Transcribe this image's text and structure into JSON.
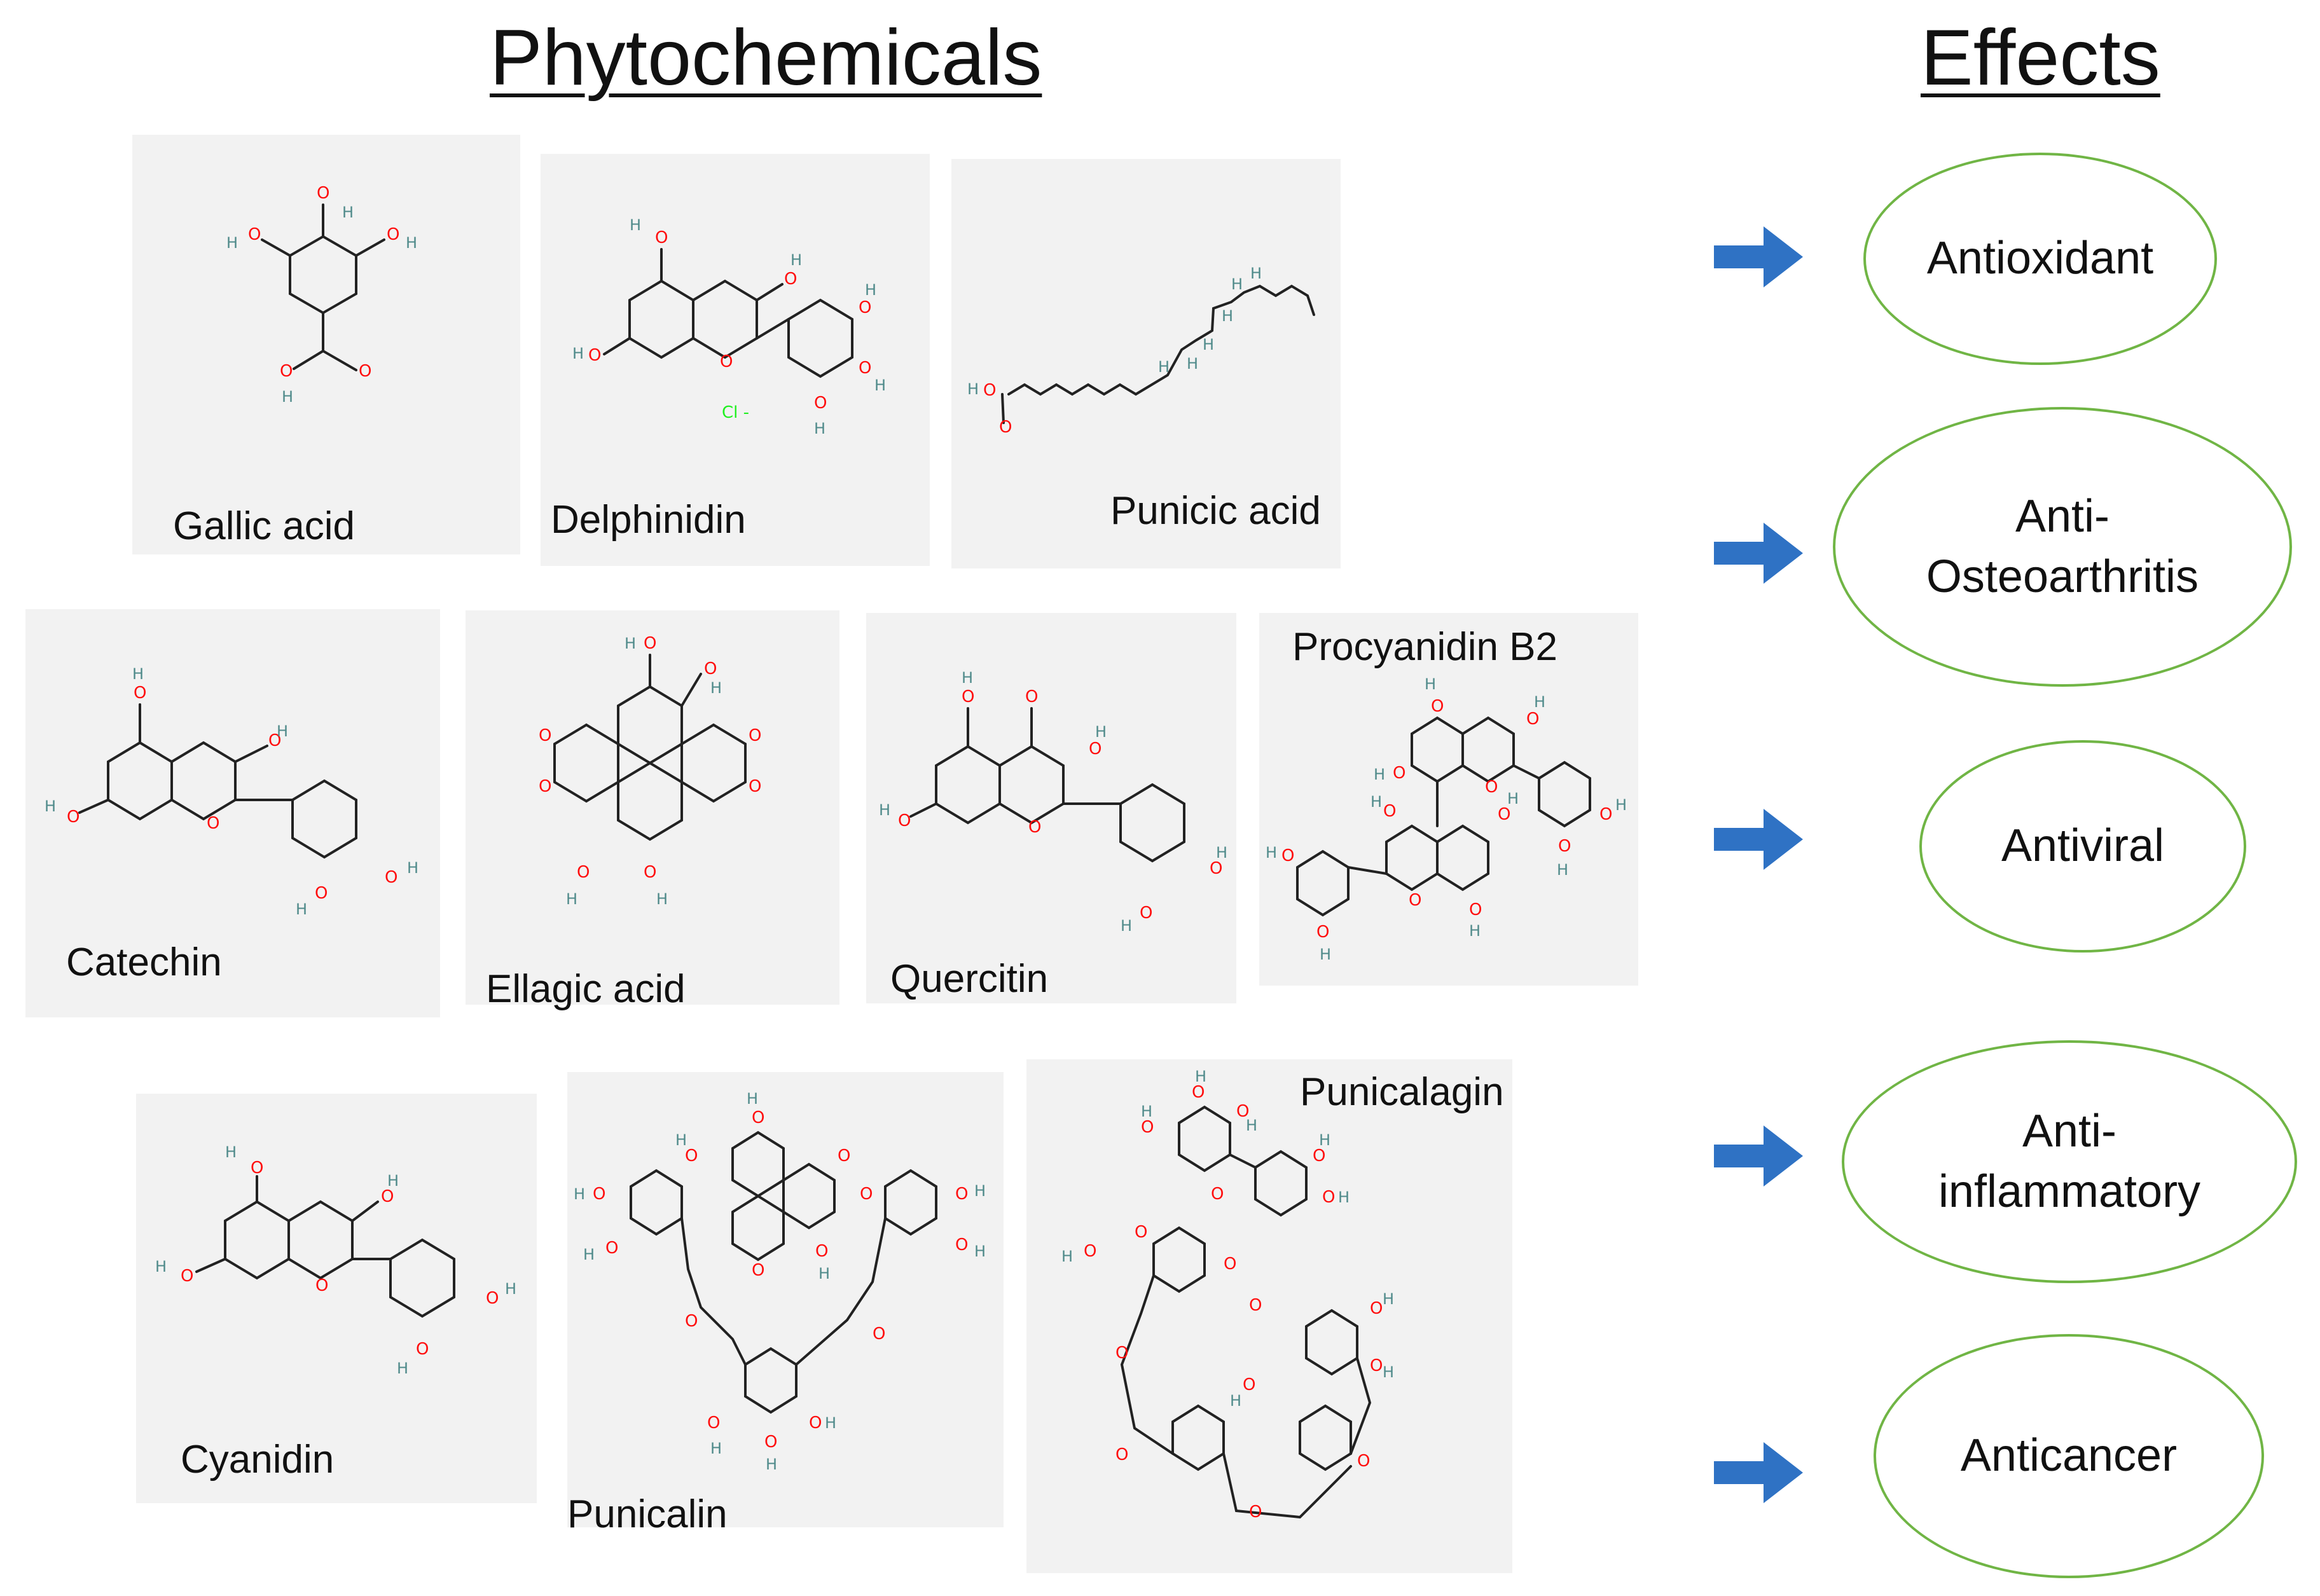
{
  "headings": {
    "phytochemicals": "Phytochemicals",
    "effects": "Effects"
  },
  "compounds": [
    {
      "label": "Gallic acid"
    },
    {
      "label": "Delphinidin"
    },
    {
      "label": "Punicic acid"
    },
    {
      "label": "Catechin"
    },
    {
      "label": "Ellagic acid"
    },
    {
      "label": "Quercitin"
    },
    {
      "label": "Procyanidin B2"
    },
    {
      "label": "Cyanidin"
    },
    {
      "label": "Punicalin"
    },
    {
      "label": "Punicalagin"
    }
  ],
  "atom_labels": {
    "oxygen": "O",
    "hydrogen": "H",
    "chloride": "Cl -"
  },
  "effects": [
    {
      "line1": "Antioxidant",
      "line2": ""
    },
    {
      "line1": "Anti-",
      "line2": "Osteoarthritis"
    },
    {
      "line1": "Antiviral",
      "line2": ""
    },
    {
      "line1": "Anti-",
      "line2": "inflammatory"
    },
    {
      "line1": "Anticancer",
      "line2": ""
    }
  ],
  "colors": {
    "arrow": "#2f72c4",
    "ellipse_border": "#70b545",
    "card_bg": "#f2f2f2",
    "oxygen": "#ff0d0d",
    "hydrogen": "#4f8a8a",
    "chloride": "#1ff01f"
  }
}
